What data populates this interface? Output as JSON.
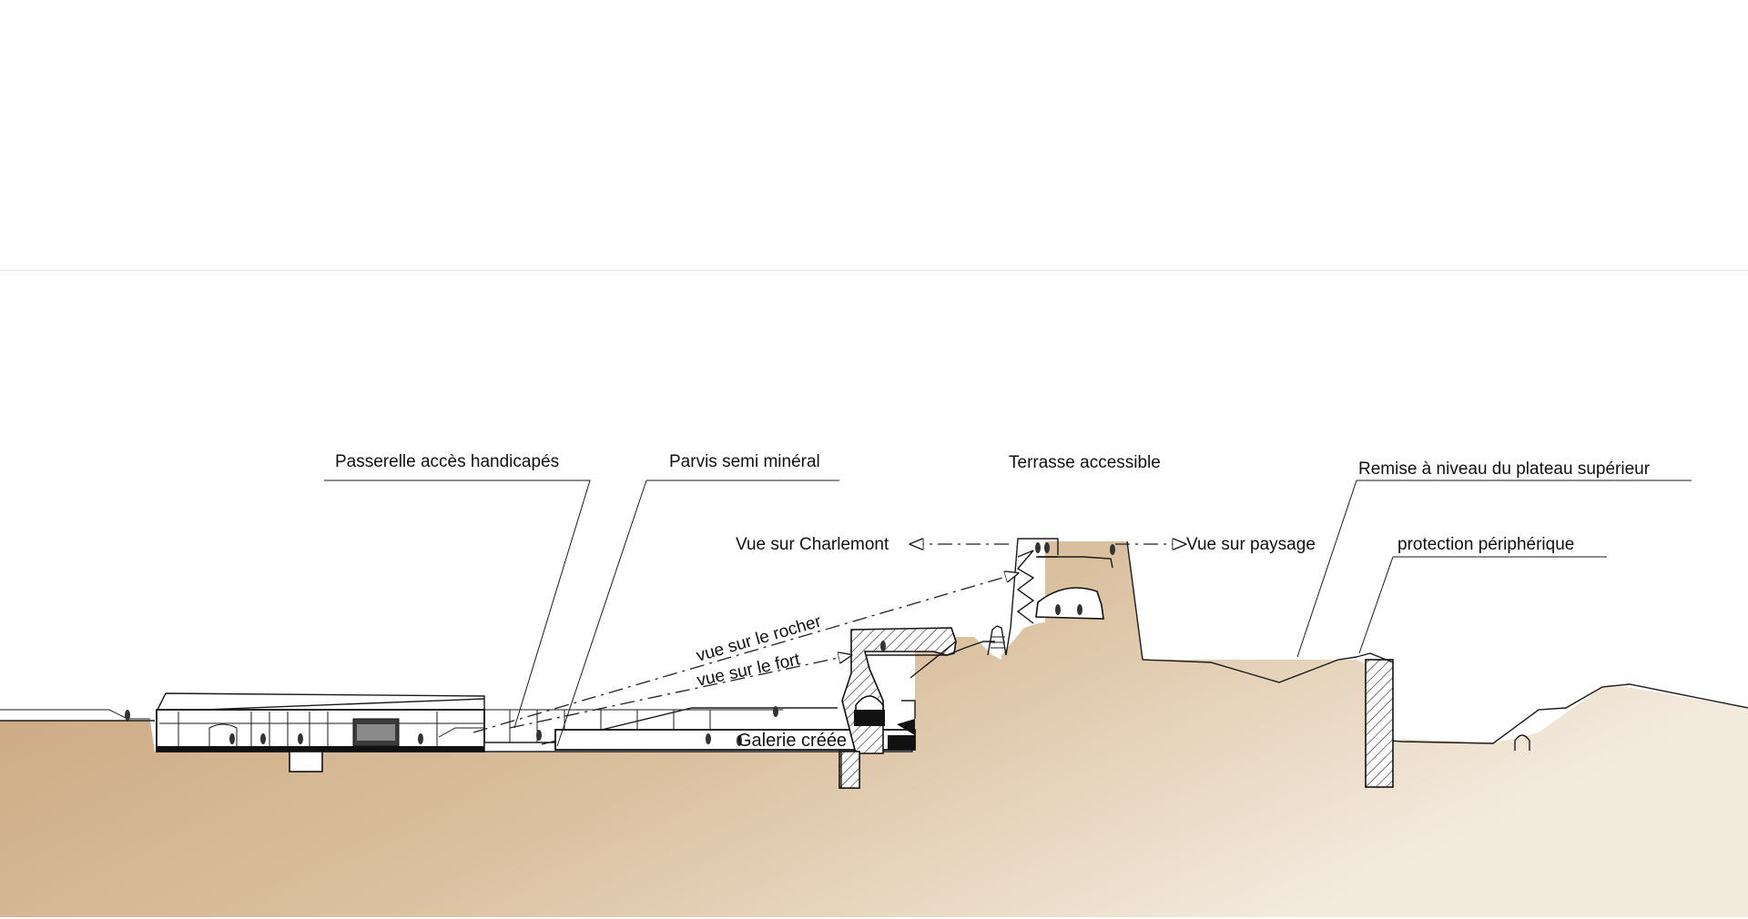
{
  "labels": {
    "passerelle": "Passerelle accès handicapés",
    "parvis": "Parvis semi minéral",
    "terrasse": "Terrasse accessible",
    "remise": "Remise à niveau du plateau supérieur",
    "protection": "protection périphérique",
    "vue_charlemont": "Vue sur Charlemont",
    "vue_paysage": "Vue sur paysage",
    "vue_rocher": "vue sur le rocher",
    "vue_fort": "vue sur le fort",
    "galerie": "Galerie créée"
  },
  "colors": {
    "ground_left": "#c9a57d",
    "ground_mid": "#dcc2a2",
    "ground_right": "#f3e9dc",
    "line": "#1a1a1a",
    "divider": "#e6e6e6"
  }
}
